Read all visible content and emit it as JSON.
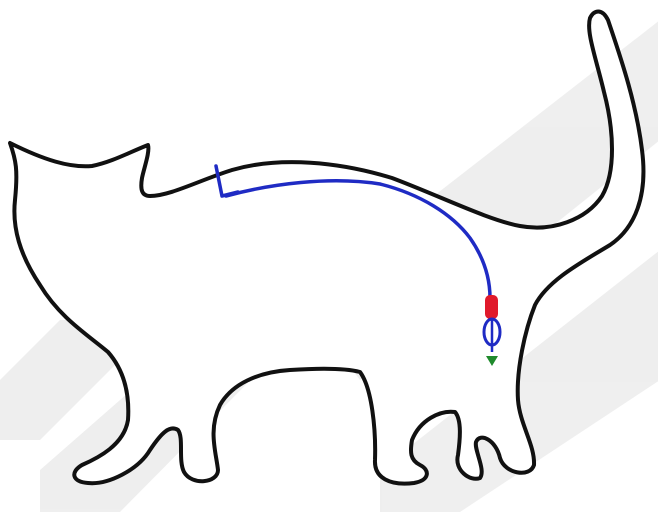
{
  "diagram": {
    "subject": "cat-outline",
    "colors": {
      "background": "#ffffff",
      "watermark": "#ececec",
      "outline": "#111111",
      "wire": "#1f2bc4",
      "red_part": "#e0192b",
      "loop_part": "#1f2bc4",
      "tip": "#1f8a2c"
    },
    "watermark": {
      "present": true,
      "description_hidden": true
    },
    "parts": {
      "body_outline": "cat-body-outline",
      "wire_line": "blue-wire",
      "hook_end": "wire-hook-end",
      "red_segment": "red-segment",
      "loop": "blue-loop",
      "green_tip": "green-tip"
    }
  }
}
